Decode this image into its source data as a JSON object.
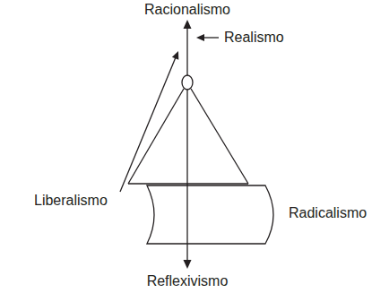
{
  "diagram": {
    "labels": [
      "Racionalismo",
      "Realismo",
      "Liberalismo",
      "Radicalismo",
      "Reflexivismo"
    ]
  }
}
